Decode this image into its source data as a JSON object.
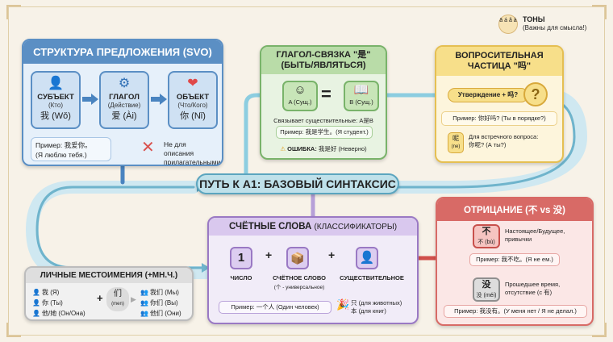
{
  "title": "ПУТЬ К A1: БАЗОВЫЙ СИНТАКСИС",
  "tones": {
    "icon": "tone-marks-icon",
    "glyphs": "ā á ǎ à",
    "title": "ТОНЫ",
    "subtitle": "(Важны для смысла!)"
  },
  "svo": {
    "header": "СТРУКТУРА ПРЕДЛОЖЕНИЯ (SVO)",
    "items": [
      {
        "icon": "person-icon",
        "title": "СУБЪЕКТ",
        "sub": "(Кто)",
        "cn": "我 (Wǒ)"
      },
      {
        "icon": "gear-icon",
        "title": "ГЛАГОЛ",
        "sub": "(Действие)",
        "cn": "爱 (Ài)"
      },
      {
        "icon": "heart-icon",
        "title": "ОБЪЕКТ",
        "sub": "(Что/Кого)",
        "cn": "你 (Nǐ)"
      }
    ],
    "example_line1": "Пример: 我爱你。",
    "example_line2": "(Я люблю тебя.)",
    "warning": "Не для описания прилагательными (без \"是\")!"
  },
  "copula": {
    "header_line1": "ГЛАГОЛ-СВЯЗКА \"是\"",
    "header_line2": "(БЫТЬ/ЯВЛЯТЬСЯ)",
    "a_label": "A (Сущ.)",
    "b_label": "B (Сущ.)",
    "equals": "=",
    "description": "Связывает существительные: A是B",
    "example": "Пример: 我是学生。(Я студент.)",
    "error_label": "ОШИБКА:",
    "error_text": "我是好 (Неверно)"
  },
  "question": {
    "header_line1": "ВОПРОСИТЕЛЬНАЯ",
    "header_line2": "ЧАСТИЦА \"吗\"",
    "pill": "Утверждение + 吗?",
    "mark": "?",
    "example": "Пример: 你好吗? (Ты в порядке?)",
    "ne_char": "呢",
    "ne_pinyin": "(ne)",
    "ne_line1": "Для встречного вопроса:",
    "ne_line2": "你呢? (А ты?)"
  },
  "measure_words": {
    "header": "СЧЁТНЫЕ СЛОВА",
    "header_sub": "(КЛАССИФИКАТОРЫ)",
    "number": "1",
    "plus": "+",
    "labels": [
      "ЧИСЛО",
      "СЧЁТНОЕ СЛОВО",
      "СУЩЕСТВИТЕЛЬНОЕ"
    ],
    "classifier_sub": "(个 - универсальное)",
    "example": "Пример: 一个人 (Один человек)",
    "note_line1": "只 (для животных)",
    "note_line2": "本 (для книг)"
  },
  "pronouns": {
    "header": "ЛИЧНЫЕ МЕСТОИМЕНИЯ (+МН.Ч.)",
    "singular": [
      "我 (Я)",
      "你 (Ты)",
      "他/她 (Он/Она)"
    ],
    "plus": "+",
    "men_char": "们",
    "men_pinyin": "(men)",
    "plural": [
      "我们 (Мы)",
      "你们 (Вы)",
      "他们 (Они)"
    ]
  },
  "negation": {
    "header": "ОТРИЦАНИЕ (不 vs 没)",
    "bu_char": "不",
    "bu_pinyin": "不 (bù)",
    "bu_line1": "Настоящее/Будущее,",
    "bu_line2": "привычки",
    "bu_example": "Пример: 我不吃。(Я не ем.)",
    "mei_char": "没",
    "mei_pinyin": "没 (méi)",
    "mei_line1": "Прошедшее время,",
    "mei_line2": "отсутствие (с 有)",
    "mei_example": "Пример: 我没有。(У меня нет / Я не делал.)"
  }
}
